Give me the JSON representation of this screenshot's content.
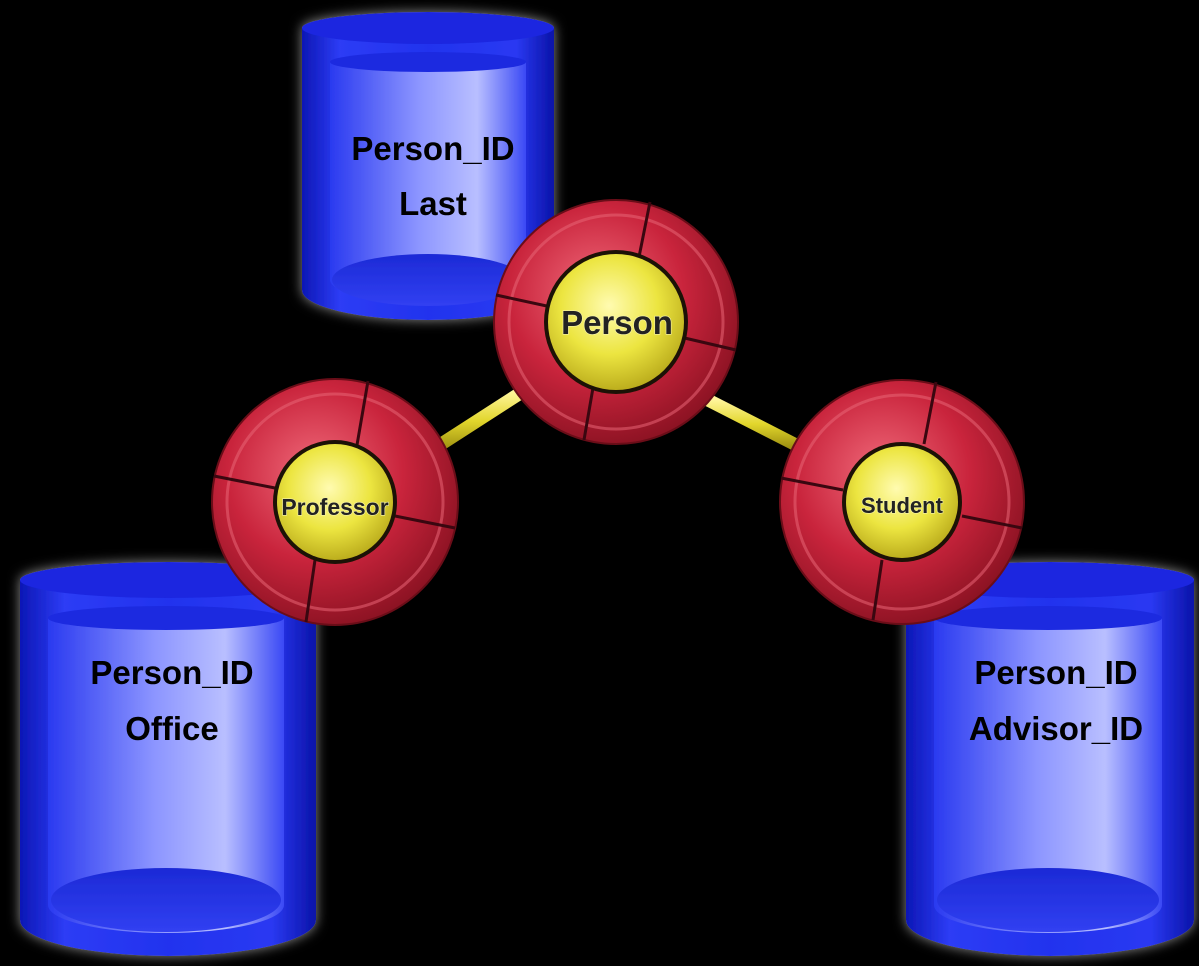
{
  "diagram": {
    "tables": [
      {
        "id": "person",
        "lines": [
          "Person_ID",
          "Last"
        ]
      },
      {
        "id": "professor",
        "lines": [
          "Person_ID",
          "Office"
        ]
      },
      {
        "id": "student",
        "lines": [
          "Person_ID",
          "Advisor_ID"
        ]
      }
    ],
    "nodes": [
      {
        "id": "person",
        "label": "Person"
      },
      {
        "id": "professor",
        "label": "Professor"
      },
      {
        "id": "student",
        "label": "Student"
      }
    ],
    "edges": [
      {
        "from": "person",
        "to": "professor"
      },
      {
        "from": "person",
        "to": "student"
      }
    ]
  },
  "colors": {
    "background": "#000000",
    "cylinder": "#1f2fe8",
    "ring": "#c8273f",
    "center": "#e9e23c",
    "connector": "#e8df32",
    "glow": "#ffffff"
  }
}
